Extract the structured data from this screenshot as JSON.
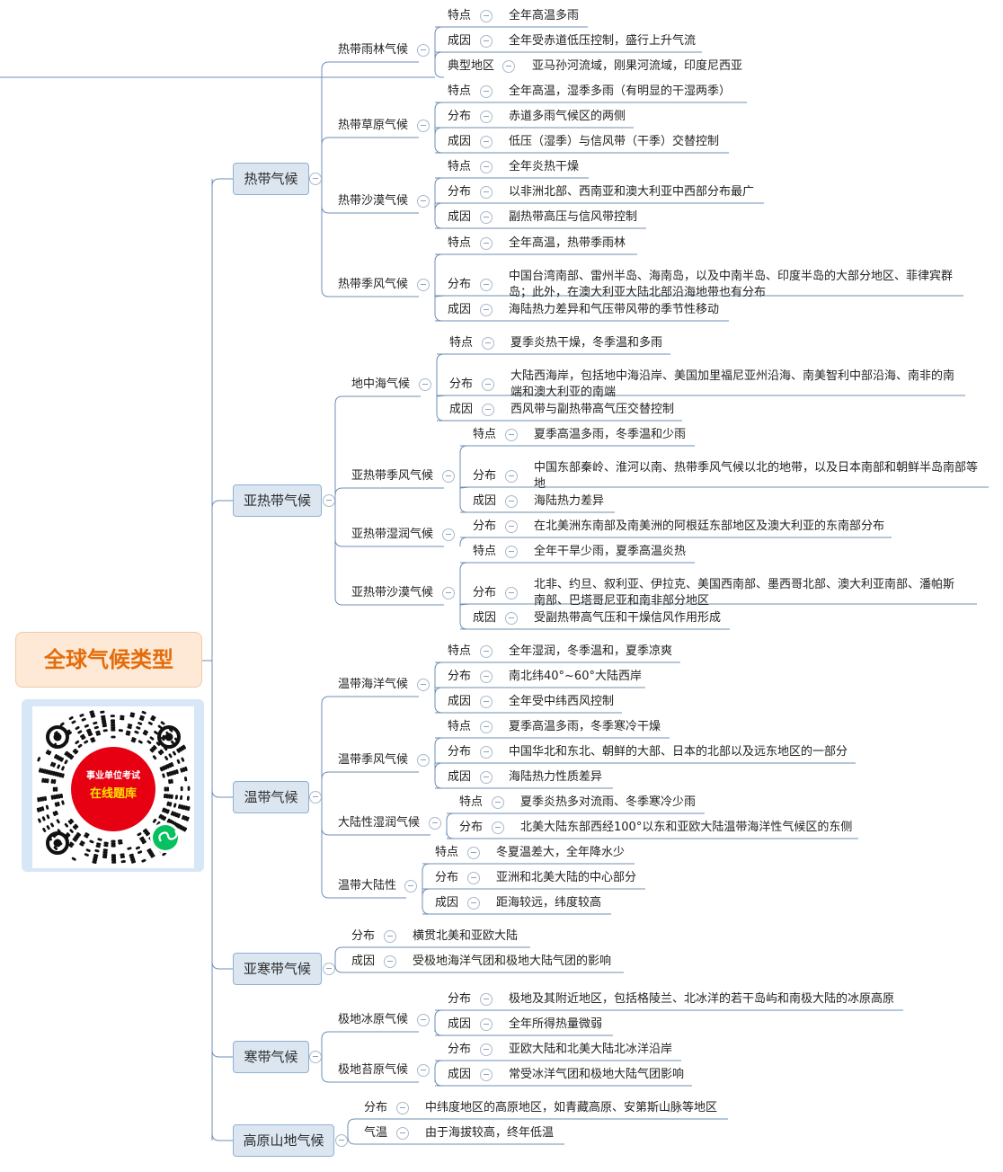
{
  "title": "全球气候类型",
  "qr": {
    "line1": "事业单位考试",
    "line2": "在线题库"
  },
  "categories": [
    {
      "label": "热带气候",
      "subs": [
        {
          "label": "热带雨林气候",
          "items": [
            {
              "key": "特点",
              "value": "全年高温多雨"
            },
            {
              "key": "成因",
              "value": "全年受赤道低压控制，盛行上升气流"
            },
            {
              "key": "典型地区",
              "value": "亚马孙河流域，刚果河流域，印度尼西亚"
            }
          ]
        },
        {
          "label": "热带草原气候",
          "items": [
            {
              "key": "特点",
              "value": "全年高温，湿季多雨（有明显的干湿两季）"
            },
            {
              "key": "分布",
              "value": "赤道多雨气候区的两侧"
            },
            {
              "key": "成因",
              "value": "低压（湿季）与信风带（干季）交替控制"
            }
          ]
        },
        {
          "label": "热带沙漠气候",
          "items": [
            {
              "key": "特点",
              "value": "全年炎热干燥"
            },
            {
              "key": "分布",
              "value": "以非洲北部、西南亚和澳大利亚中西部分布最广"
            },
            {
              "key": "成因",
              "value": "副热带高压与信风带控制"
            }
          ]
        },
        {
          "label": "热带季风气候",
          "items": [
            {
              "key": "特点",
              "value": "全年高温，热带季雨林"
            },
            {
              "key": "分布",
              "value": "中国台湾南部、雷州半岛、海南岛，以及中南半岛、印度半岛的大部分地区、菲律宾群岛；此外，在澳大利亚大陆北部沿海地带也有分布"
            },
            {
              "key": "成因",
              "value": "海陆热力差异和气压带风带的季节性移动"
            }
          ]
        }
      ]
    },
    {
      "label": "亚热带气候",
      "subs": [
        {
          "label": "地中海气候",
          "items": [
            {
              "key": "特点",
              "value": "夏季炎热干燥，冬季温和多雨"
            },
            {
              "key": "分布",
              "value": "大陆西海岸，包括地中海沿岸、美国加里福尼亚州沿海、南美智利中部沿海、南非的南端和澳大利亚的南端"
            },
            {
              "key": "成因",
              "value": "西风带与副热带高气压交替控制"
            }
          ]
        },
        {
          "label": "亚热带季风气候",
          "items": [
            {
              "key": "特点",
              "value": "夏季高温多雨，冬季温和少雨"
            },
            {
              "key": "分布",
              "value": "中国东部秦岭、淮河以南、热带季风气候以北的地带，以及日本南部和朝鲜半岛南部等地"
            },
            {
              "key": "成因",
              "value": "海陆热力差异"
            }
          ]
        },
        {
          "label": "亚热带湿润气候",
          "items": [
            {
              "key": "分布",
              "value": "在北美洲东南部及南美洲的阿根廷东部地区及澳大利亚的东南部分布"
            }
          ]
        },
        {
          "label": "亚热带沙漠气候",
          "items": [
            {
              "key": "特点",
              "value": "全年干旱少雨，夏季高温炎热"
            },
            {
              "key": "分布",
              "value": "北非、约旦、叙利亚、伊拉克、美国西南部、墨西哥北部、澳大利亚南部、潘帕斯南部、巴塔哥尼亚和南非部分地区"
            },
            {
              "key": "成因",
              "value": "受副热带高气压和干燥信风作用形成"
            }
          ]
        }
      ]
    },
    {
      "label": "温带气候",
      "subs": [
        {
          "label": "温带海洋气候",
          "items": [
            {
              "key": "特点",
              "value": "全年湿润，冬季温和，夏季凉爽"
            },
            {
              "key": "分布",
              "value": "南北纬40°~60°大陆西岸"
            },
            {
              "key": "成因",
              "value": "全年受中纬西风控制"
            }
          ]
        },
        {
          "label": "温带季风气候",
          "items": [
            {
              "key": "特点",
              "value": "夏季高温多雨，冬季寒冷干燥"
            },
            {
              "key": "分布",
              "value": "中国华北和东北、朝鲜的大部、日本的北部以及远东地区的一部分"
            },
            {
              "key": "成因",
              "value": "海陆热力性质差异"
            }
          ]
        },
        {
          "label": "大陆性湿润气候",
          "items": [
            {
              "key": "特点",
              "value": "夏季炎热多对流雨、冬季寒冷少雨"
            },
            {
              "key": "分布",
              "value": "北美大陆东部西经100°以东和亚欧大陆温带海洋性气候区的东侧"
            }
          ]
        },
        {
          "label": "温带大陆性",
          "items": [
            {
              "key": "特点",
              "value": "冬夏温差大，全年降水少"
            },
            {
              "key": "分布",
              "value": "亚洲和北美大陆的中心部分"
            },
            {
              "key": "成因",
              "value": "距海较远，纬度较高"
            }
          ]
        }
      ]
    },
    {
      "label": "亚寒带气候",
      "items": [
        {
          "key": "分布",
          "value": "横贯北美和亚欧大陆"
        },
        {
          "key": "成因",
          "value": "受极地海洋气团和极地大陆气团的影响"
        }
      ]
    },
    {
      "label": "寒带气候",
      "subs": [
        {
          "label": "极地冰原气候",
          "items": [
            {
              "key": "分布",
              "value": "极地及其附近地区，包括格陵兰、北冰洋的若干岛屿和南极大陆的冰原高原"
            },
            {
              "key": "成因",
              "value": "全年所得热量微弱"
            }
          ]
        },
        {
          "label": "极地苔原气候",
          "items": [
            {
              "key": "分布",
              "value": "亚欧大陆和北美大陆北冰洋沿岸"
            },
            {
              "key": "成因",
              "value": "常受冰洋气团和极地大陆气团影响"
            }
          ]
        }
      ]
    },
    {
      "label": "高原山地气候",
      "items": [
        {
          "key": "分布",
          "value": "中纬度地区的高原地区，如青藏高原、安第斯山脉等地区"
        },
        {
          "key": "气温",
          "value": "由于海拔较高，终年低温"
        }
      ]
    }
  ]
}
